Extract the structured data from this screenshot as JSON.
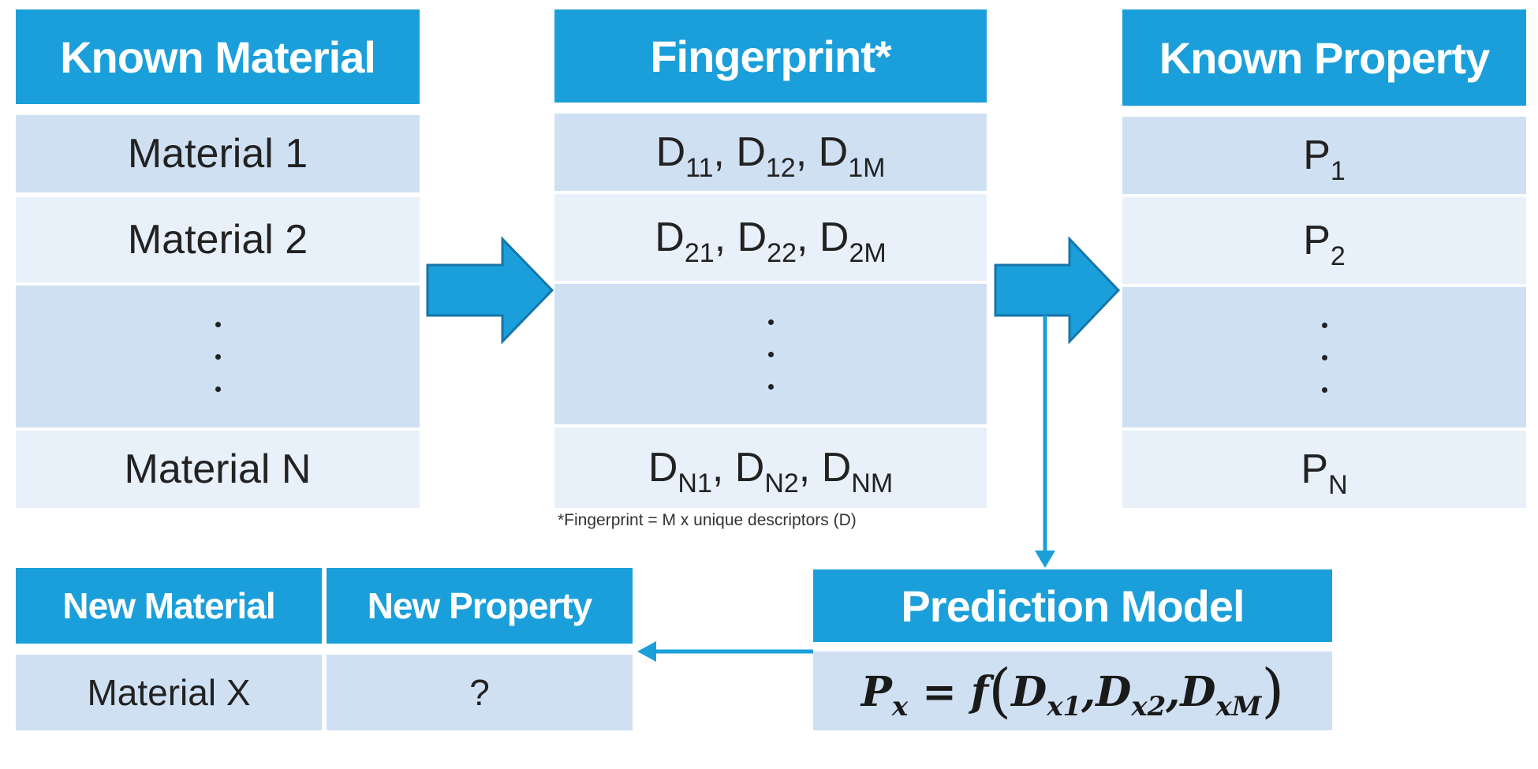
{
  "known_material": {
    "header": "Known Material",
    "rows": [
      "Material 1",
      "Material 2",
      "",
      "Material N"
    ]
  },
  "fingerprint": {
    "header": "Fingerprint*",
    "rows": [
      [
        {
          "b": "D",
          "s": "11"
        },
        {
          "b": "D",
          "s": "12"
        },
        {
          "b": "D",
          "s": "1M"
        }
      ],
      [
        {
          "b": "D",
          "s": "21"
        },
        {
          "b": "D",
          "s": "22"
        },
        {
          "b": "D",
          "s": "2M"
        }
      ],
      [
        {
          "b": "D",
          "s": "N1"
        },
        {
          "b": "D",
          "s": "N2"
        },
        {
          "b": "D",
          "s": "NM"
        }
      ]
    ],
    "separator": ", ",
    "footnote": "*Fingerprint = M x  unique descriptors  (D)"
  },
  "known_property": {
    "header": "Known Property",
    "rows": [
      {
        "b": "P",
        "s": "1"
      },
      {
        "b": "P",
        "s": "2"
      },
      {
        "b": "P",
        "s": "N"
      }
    ]
  },
  "new_table": {
    "material_header": "New Material",
    "property_header": "New Property",
    "material_value": "Material X",
    "property_value": "?"
  },
  "prediction_model": {
    "header": "Prediction Model",
    "lhs": {
      "b": "P",
      "s": "x"
    },
    "equals": " = ",
    "func": "f",
    "open_paren": "(",
    "close_paren": ")",
    "args": [
      {
        "b": "D",
        "s": "x1"
      },
      {
        "b": "D",
        "s": "x2"
      },
      {
        "b": "D",
        "s": "xM"
      }
    ],
    "arg_separator": ","
  },
  "colors": {
    "header": "#1a9fdb",
    "row_dark": "#cfe0f3",
    "row_light": "#e8f0f9",
    "arrow_fill": "#1a9fdb",
    "arrow_stroke": "#1775a8"
  }
}
